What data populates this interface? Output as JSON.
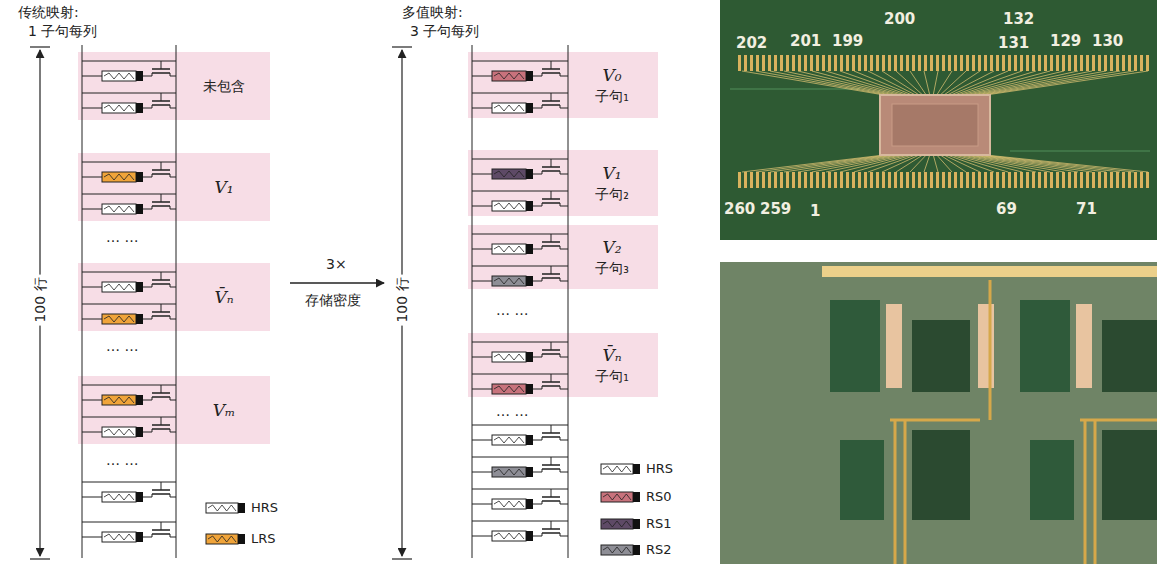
{
  "diagram": {
    "nodes": [
      {
        "text": [
          "未包含"
        ]
      },
      {
        "text": [
          "V₁"
        ]
      },
      {
        "text": [
          "V̄ₙ"
        ]
      },
      {
        "text": [
          "Vₘ"
        ]
      },
      {
        "text": [
          "V₀",
          "子句₁"
        ]
      },
      {
        "text": [
          "V₁",
          "子句₂"
        ]
      },
      {
        "text": [
          "V₂",
          "子句₃"
        ]
      },
      {
        "text": [
          "V̄ₙ",
          "子句₁"
        ]
      }
    ],
    "labels": [
      "传统映射:",
      "1 子句每列",
      "100 行",
      "… …",
      "… …",
      "… …",
      "3×",
      "存储密度",
      "多值映射:",
      "3 子句每列",
      "100 行",
      "… …",
      "… …",
      "200",
      "132",
      "202",
      "201",
      "199",
      "131",
      "129",
      "130",
      "260",
      "259",
      "1",
      "69",
      "71"
    ],
    "legend": [
      {
        "text": "HRS",
        "color": "#ffffff"
      },
      {
        "text": "LRS",
        "color": "#f0a43a"
      },
      {
        "text": "HRS",
        "color": "#ffffff"
      },
      {
        "text": "RS0",
        "color": "#c8727c"
      },
      {
        "text": "RS1",
        "color": "#5e4a66"
      },
      {
        "text": "RS2",
        "color": "#8e8e96"
      }
    ]
  }
}
